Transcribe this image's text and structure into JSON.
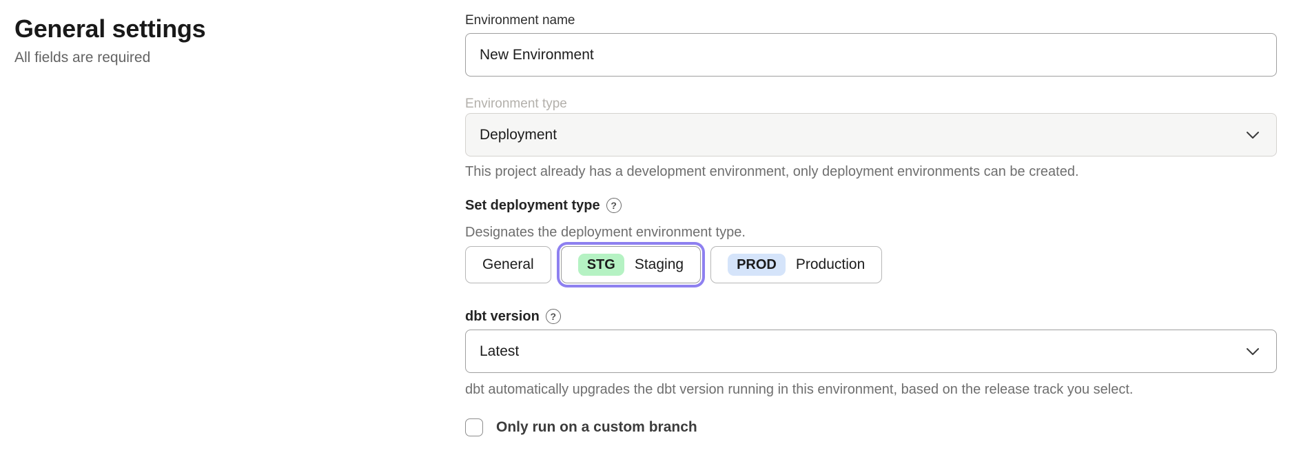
{
  "page": {
    "title": "General settings",
    "subtitle": "All fields are required"
  },
  "form": {
    "environment_name": {
      "label": "Environment name",
      "value": "New Environment"
    },
    "environment_type": {
      "label": "Environment type",
      "value": "Deployment",
      "state": "disabled",
      "helper": "This project already has a development environment, only deployment environments can be created."
    },
    "deployment_type": {
      "label": "Set deployment type",
      "description": "Designates the deployment environment type.",
      "options": [
        {
          "label": "General",
          "badge": "",
          "selected": false
        },
        {
          "label": "Staging",
          "badge": "STG",
          "selected": true
        },
        {
          "label": "Production",
          "badge": "PROD",
          "selected": false
        }
      ]
    },
    "dbt_version": {
      "label": "dbt version",
      "value": "Latest",
      "helper": "dbt automatically upgrades the dbt version running in this environment, based on the release track you select."
    },
    "custom_branch": {
      "label": "Only run on a custom branch",
      "checked": false
    }
  },
  "icons": {
    "help": "?"
  },
  "colors": {
    "accent_ring": "#8e80f0",
    "stg_badge_bg": "#b5f2c3",
    "prod_badge_bg": "#d5e4fa"
  }
}
